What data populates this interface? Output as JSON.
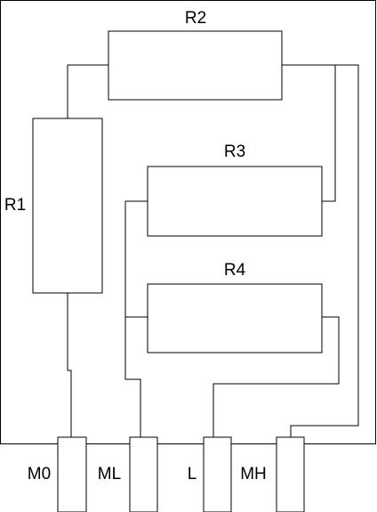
{
  "resistors": {
    "r1": "R1",
    "r2": "R2",
    "r3": "R3",
    "r4": "R4"
  },
  "terminals": {
    "m0": "M0",
    "ml": "ML",
    "l": "L",
    "mh": "MH"
  },
  "colors": {
    "stroke": "#000000",
    "background": "#ffffff"
  }
}
